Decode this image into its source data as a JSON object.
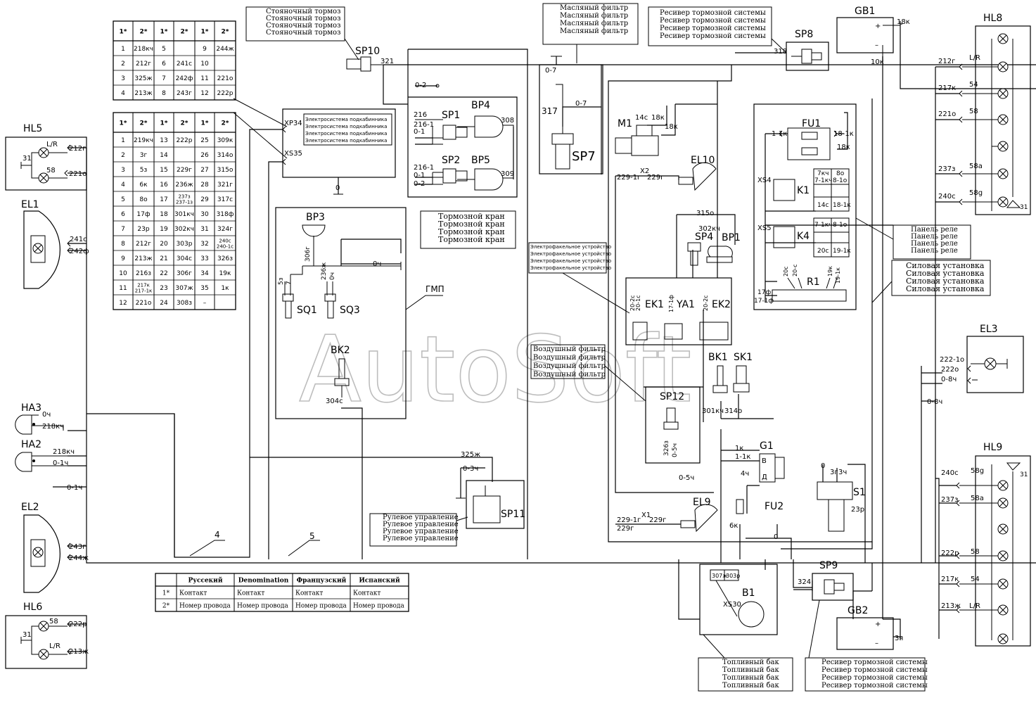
{
  "watermark": "AutoSoft",
  "table_contacts_top": {
    "headers": [
      "1*",
      "2*",
      "1*",
      "2*",
      "1*",
      "2*"
    ],
    "rows": [
      [
        "1",
        "218кч",
        "5",
        "",
        "9",
        "244ж"
      ],
      [
        "2",
        "212г",
        "6",
        "241с",
        "10",
        ""
      ],
      [
        "3",
        "325ж",
        "7",
        "242ф",
        "11",
        "221о"
      ],
      [
        "4",
        "213ж",
        "8",
        "243г",
        "12",
        "222р"
      ]
    ]
  },
  "table_contacts_mid": {
    "headers": [
      "1*",
      "2*",
      "1*",
      "2*",
      "1*",
      "2*"
    ],
    "rows": [
      [
        "1",
        "219кч",
        "13",
        "222р",
        "25",
        "309к"
      ],
      [
        "2",
        "3г",
        "14",
        "",
        "26",
        "314о"
      ],
      [
        "3",
        "5з",
        "15",
        "229г",
        "27",
        "315о"
      ],
      [
        "4",
        "6к",
        "16",
        "236ж",
        "28",
        "321г"
      ],
      [
        "5",
        "8о",
        "17",
        "237з 237-1з",
        "29",
        "317с"
      ],
      [
        "6",
        "17ф",
        "18",
        "301кч",
        "30",
        "318ф"
      ],
      [
        "7",
        "23р",
        "19",
        "302кч",
        "31",
        "324г"
      ],
      [
        "8",
        "212г",
        "20",
        "303р",
        "32",
        "240с 240-1с"
      ],
      [
        "9",
        "213ж",
        "21",
        "304с",
        "33",
        "326з"
      ],
      [
        "10",
        "216з",
        "22",
        "306г",
        "34",
        "19к"
      ],
      [
        "11",
        "217к 217-1к",
        "23",
        "307ж",
        "35",
        "1к"
      ],
      [
        "12",
        "221о",
        "24",
        "308з",
        "–",
        ""
      ]
    ]
  },
  "legend_table": {
    "headers": [
      "",
      "Руссекий",
      "Denomination",
      "Французский",
      "Испанский"
    ],
    "rows": [
      [
        "1*",
        "Контакт",
        "Контакт",
        "Контакт",
        "Контакт"
      ],
      [
        "2*",
        "Номер провода",
        "Номер провода",
        "Номер провода",
        "Номер провода"
      ]
    ]
  },
  "callouts": {
    "parking_brake": [
      "Стояночный тормоз",
      "Стояночный тормоз",
      "Стояночный тормоз",
      "Стояночный тормоз"
    ],
    "oil_filter": [
      "Масляный фильтр",
      "Масляный фильтр",
      "Масляный фильтр",
      "Масляный фильтр"
    ],
    "receiver_top": [
      "Ресивер тормозной системы",
      "Ресивер тормозной системы",
      "Ресивер тормозной системы",
      "Ресивер тормозной системы"
    ],
    "cab_electrics": [
      "Электросистема подкабинника",
      "Электросистема подкабинника",
      "Электросистема подкабинника",
      "Электросистема подкабинника"
    ],
    "brake_valve": [
      "Тормозной кран",
      "Тормозной кран",
      "Тормозной кран",
      "Тормозной кран"
    ],
    "torch_device": [
      "Электрофакельное устройство",
      "Электрофакельное устройство",
      "Электрофакельное устройство",
      "Электрофакельное устройство"
    ],
    "relay_panel": [
      "Панель реле",
      "Панель реле",
      "Панель реле",
      "Панель реле"
    ],
    "power_unit": [
      "Силовая установка",
      "Силовая установка",
      "Силовая установка",
      "Силовая установка"
    ],
    "air_filter": [
      "Воздушный фильтр",
      "Воздушный фильтр",
      "Воздушный фильтр",
      "Воздушный фильтр"
    ],
    "steering": [
      "Рулевое управление",
      "Рулевое управление",
      "Рулевое управление",
      "Рулевое управление"
    ],
    "fuel_tank": [
      "Топливный бак",
      "Топливный бак",
      "Топливный бак",
      "Топливный бак"
    ],
    "receiver_bottom": [
      "Ресивер тормозной системы",
      "Ресивер тормозной системы",
      "Ресивер тормозной системы",
      "Ресивер тормозной системы"
    ]
  },
  "components": {
    "HL5": "HL5",
    "EL1": "EL1",
    "HA3": "HA3",
    "HA2": "HA2",
    "EL2": "EL2",
    "HL6": "HL6",
    "SP10": "SP10",
    "XP34": "XP34",
    "XS35": "XS35",
    "BP3": "BP3",
    "SQ1": "SQ1",
    "SQ3": "SQ3",
    "BK2": "BK2",
    "GMP": "ГМП",
    "SP1": "SP1",
    "SP2": "SP2",
    "BP4": "BP4",
    "BP5": "BP5",
    "SP11": "SP11",
    "SP7": "SP7",
    "SP8": "SP8",
    "GB1": "GB1",
    "HL8": "HL8",
    "M1": "M1",
    "EL10": "EL10",
    "FU1": "FU1",
    "K1": "K1",
    "K4": "K4",
    "R1": "R1",
    "SP4": "SP4",
    "BP1": "BP1",
    "EK1": "EK1",
    "YA1": "YA1",
    "EK2": "EK2",
    "BK1": "BK1",
    "SK1": "SK1",
    "SP12": "SP12",
    "G1": "G1",
    "FU2": "FU2",
    "EL9": "EL9",
    "S1": "S1",
    "EL3": "EL3",
    "HL9": "HL9",
    "SP9": "SP9",
    "B1": "B1",
    "XS30": "XS30",
    "GB2": "GB2",
    "bus4": "4",
    "bus5": "5"
  },
  "wire_labels": {
    "hl5_212": "212г",
    "hl5_221": "221о",
    "hl5_lr": "L/R",
    "hl5_58": "58",
    "hl5_31": "31",
    "el1_241": "241с",
    "el1_242": "242ф",
    "ha3_0ch": "0ч",
    "ha3_218": "218кч",
    "ha2_218": "218кч",
    "ha2_01ch": "0-1ч",
    "g_01ch": "0-1ч",
    "el2_243": "243г",
    "el2_244": "244ж",
    "hl6_58": "58",
    "hl6_lr": "L/R",
    "hl6_31": "31",
    "hl6_222": "222р",
    "hl6_213": "213ж",
    "sp10_321": "321",
    "w_02": "0-2",
    "w_216": "216",
    "w_2161": "216-1",
    "w_01": "0-1",
    "w_308": "308",
    "w_2161b": "216-1",
    "w_01b": "0-1",
    "w_02b": "0-2",
    "w_309": "309",
    "w_0": "0",
    "bp3_306": "306г",
    "w_0ch": "0ч",
    "sq1_5z": "5з",
    "sq1_7": "7",
    "sq3_236": "236ж",
    "sq3_0ch": "0ч",
    "bk2_304": "304с",
    "sp11_325": "325ж",
    "sp11_03ch": "0-3ч",
    "sp7_07": "0-7",
    "sp7_07b": "0-7",
    "sp7_317": "317",
    "sp8_318": "318",
    "gb1_18k": "18к",
    "gb1_10k": "10к",
    "gb1_plus": "+",
    "gb1_minus": "–",
    "hl8_212": "212г",
    "hl8_lr": "L/R",
    "hl8_217": "217к",
    "hl8_54": "54",
    "hl8_221": "221о",
    "hl8_58": "58",
    "hl8_237": "237з",
    "hl8_58a": "58а",
    "hl8_240": "240с",
    "hl8_58g": "58g",
    "hl8_31": "31",
    "m1_14c": "14с",
    "m1_18k": "18к",
    "m1_18kb": "18к",
    "fu1_11k": "1-1к",
    "fu1_181k": "18-1к",
    "fu1_18k": "18к",
    "k1_xs4": "XS4",
    "k1_7kch": "7кч",
    "k1_71kch": "7-1кч",
    "k1_8o": "8о",
    "k1_81o": "8-1о",
    "k1_14c": "14с",
    "k1_181k": "18-1к",
    "k4_xs5": "XS5",
    "k4_71kch": "7-1кч",
    "k4_81o": "8-1о",
    "k4_20c": "20с",
    "k4_191k": "19-1к",
    "r1_20c": "20с",
    "r1_20c2": "20-с",
    "r1_19k": "19к",
    "r1_191k": "19-1к",
    "r1_17f": "17ф",
    "r1_171f": "17-1ф",
    "el10_x2": "X2",
    "el10_2291": "229-1г",
    "el10_229": "229г",
    "sp4_315": "315о",
    "sp4_302": "302кч",
    "ek_202c": "20-2с",
    "ek_201c": "20-1с",
    "ya_171f": "17-1ф",
    "ek2_202c": "20-2с",
    "bk1_301": "301кч",
    "sk1_314": "314о",
    "sp12_326": "326з",
    "sp12_05ch": "0-5ч",
    "w_05ch": "0-5ч",
    "g1_1k": "1к",
    "g1_11k": "1-1к",
    "g1_4ch": "4ч",
    "g1_b": "B",
    "g1_d": "Д",
    "fu2_6k": "6к",
    "el9_x1": "X1",
    "el9_2291": "229-1г",
    "el9_229": "229г",
    "el9_229b": "229г",
    "s1_3g": "3г",
    "s1_3ch": "3ч",
    "s1_23r": "23р",
    "s1_0": "0",
    "s1_0b": "0",
    "el3_2221": "222-1о",
    "el3_222": "222о",
    "el3_08ch": "0-8ч",
    "w_08ch": "0-8ч",
    "hl9_240": "240с",
    "hl9_58g": "58g",
    "hl9_31": "31",
    "hl9_237": "237з",
    "hl9_58a": "58а",
    "hl9_222": "222р",
    "hl9_58": "58",
    "hl9_217": "217к",
    "hl9_54": "54",
    "hl9_213": "213ж",
    "hl9_lr": "L/R",
    "sp9_324": "324",
    "b1_307": "307ж",
    "b1_303": "303р",
    "gb2_3ch": "3ч",
    "gb2_plus": "+",
    "gb2_minus": "–"
  }
}
